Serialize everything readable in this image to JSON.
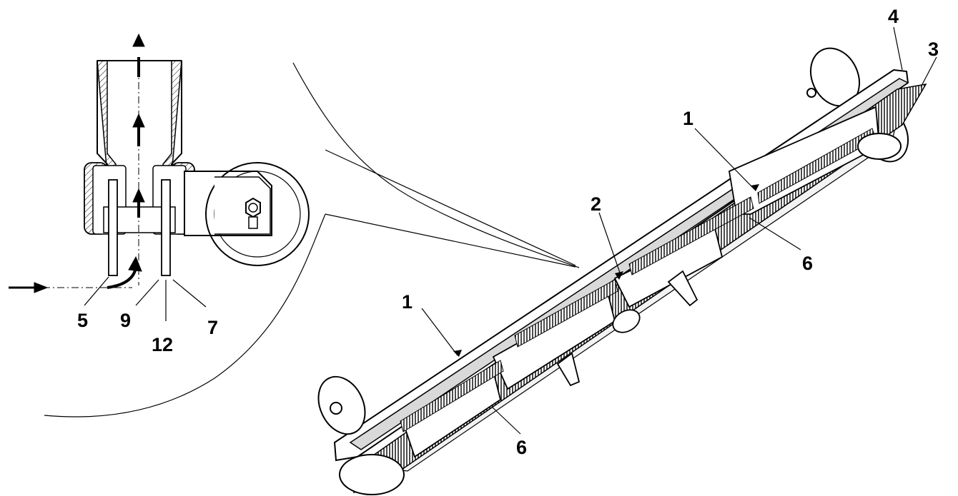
{
  "figure": {
    "description_labels": {
      "item_1_upper": "1",
      "item_1_lower": "1",
      "item_2": "2",
      "item_3": "3",
      "item_4": "4",
      "item_5": "5",
      "item_6_right": "6",
      "item_6_lower": "6",
      "item_7": "7",
      "item_9": "9",
      "item_12": "12"
    },
    "colors": {
      "ink": "#000000",
      "paper": "#ffffff",
      "shade": "#d9d9d9",
      "dark_shade": "#6b6b6b"
    }
  }
}
